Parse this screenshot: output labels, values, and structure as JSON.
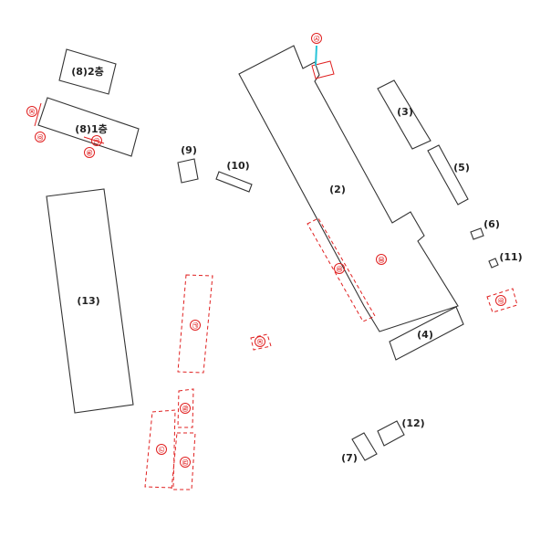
{
  "colors": {
    "building_stroke": "#333333",
    "marker_red": "#e02020",
    "highlight_cyan": "#27c4d8"
  },
  "labels": {
    "b8_2f": "(8)2층",
    "b8_1f": "(8)1층",
    "b9": "(9)",
    "b10": "(10)",
    "b2": "(2)",
    "b3": "(3)",
    "b5": "(5)",
    "b6": "(6)",
    "b11": "(11)",
    "b4": "(4)",
    "b12": "(12)",
    "b7": "(7)",
    "b13": "(13)"
  },
  "markers": {
    "ja_top": "㉦",
    "ja_left1": "㉨",
    "ja_left2": "㉧",
    "ta": "㉪",
    "pa": "㉫",
    "ma": "㉤",
    "ba": "㉥",
    "a1": "㉧",
    "ga": "㉠",
    "cha": "㉨",
    "na": "㉡",
    "da": "㉢",
    "ra": "㉣"
  }
}
